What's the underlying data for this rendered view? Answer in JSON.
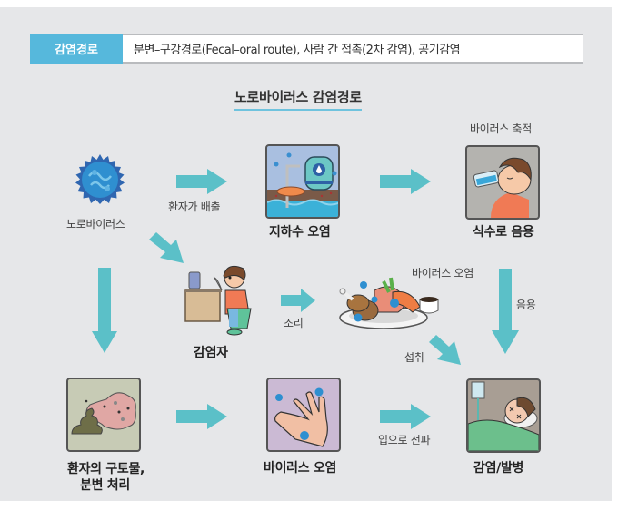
{
  "header": {
    "label": "감염경로",
    "text": "분변–구강경로(Fecal–oral route), 사람 간 접촉(2차 감염), 공기감염"
  },
  "diagram": {
    "title": "노로바이러스 감염경로",
    "nodes": {
      "norovirus": "노로바이러스",
      "groundwater": "지하수 오염",
      "drinking": "식수로 음용",
      "infected_person": "감염자",
      "vomit": "환자의 구토물,",
      "vomit_line2": "분변 처리",
      "hand": "바이러스 오염",
      "illness": "감염/발병"
    },
    "edge_labels": {
      "excretion": "환자가 배출",
      "accumulation": "바이러스 축적",
      "cooking": "조리",
      "food_contamination": "바이러스 오염",
      "drinking": "음용",
      "ingestion": "섭취",
      "oral_spread": "입으로 전파"
    }
  },
  "colors": {
    "accent": "#56b8dc",
    "arrow": "#5bc0c8",
    "panel": "#e6e7e9"
  }
}
